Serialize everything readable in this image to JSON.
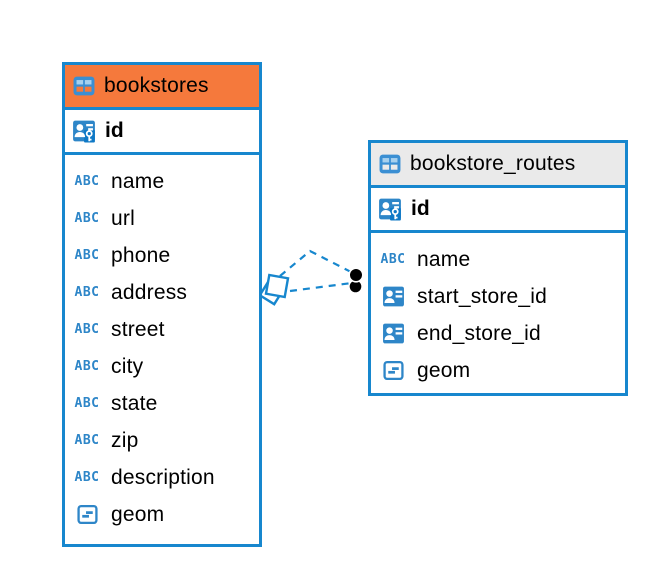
{
  "canvas": {
    "background": "#ffffff"
  },
  "colors": {
    "table_border": "#1787CE",
    "relationship_line": "#1787CE",
    "bookstores_header_bg": "#F5793C",
    "bookstore_routes_header_bg": "#EAEAEA",
    "icon_blue": "#2E86C8",
    "text": "#000000",
    "target_marker_dot": "#000000"
  },
  "icons": {
    "text_column_glyph": "ABC",
    "table_icon": "table-icon",
    "primary_key_icon": "primary-key-icon",
    "foreign_key_icon": "foreign-key-icon",
    "geometry_icon": "geometry-column-icon"
  },
  "tables": [
    {
      "name": "bookstores",
      "header_style": "orange",
      "primary_key": {
        "name": "id",
        "icon": "primary-key-icon"
      },
      "columns": [
        {
          "name": "name",
          "icon": "text-column-icon"
        },
        {
          "name": "url",
          "icon": "text-column-icon"
        },
        {
          "name": "phone",
          "icon": "text-column-icon"
        },
        {
          "name": "address",
          "icon": "text-column-icon"
        },
        {
          "name": "street",
          "icon": "text-column-icon"
        },
        {
          "name": "city",
          "icon": "text-column-icon"
        },
        {
          "name": "state",
          "icon": "text-column-icon"
        },
        {
          "name": "zip",
          "icon": "text-column-icon"
        },
        {
          "name": "description",
          "icon": "text-column-icon"
        },
        {
          "name": "geom",
          "icon": "geometry-column-icon"
        }
      ]
    },
    {
      "name": "bookstore_routes",
      "header_style": "gray",
      "primary_key": {
        "name": "id",
        "icon": "primary-key-icon"
      },
      "columns": [
        {
          "name": "name",
          "icon": "text-column-icon"
        },
        {
          "name": "start_store_id",
          "icon": "foreign-key-icon"
        },
        {
          "name": "end_store_id",
          "icon": "foreign-key-icon"
        },
        {
          "name": "geom",
          "icon": "geometry-column-icon"
        }
      ]
    }
  ],
  "relationship": {
    "from_table": "bookstores",
    "to_table": "bookstore_routes",
    "line_style": "dashed",
    "line_count": 2,
    "source_marker": "overlapping-squares",
    "target_marker": "two-filled-dots"
  }
}
